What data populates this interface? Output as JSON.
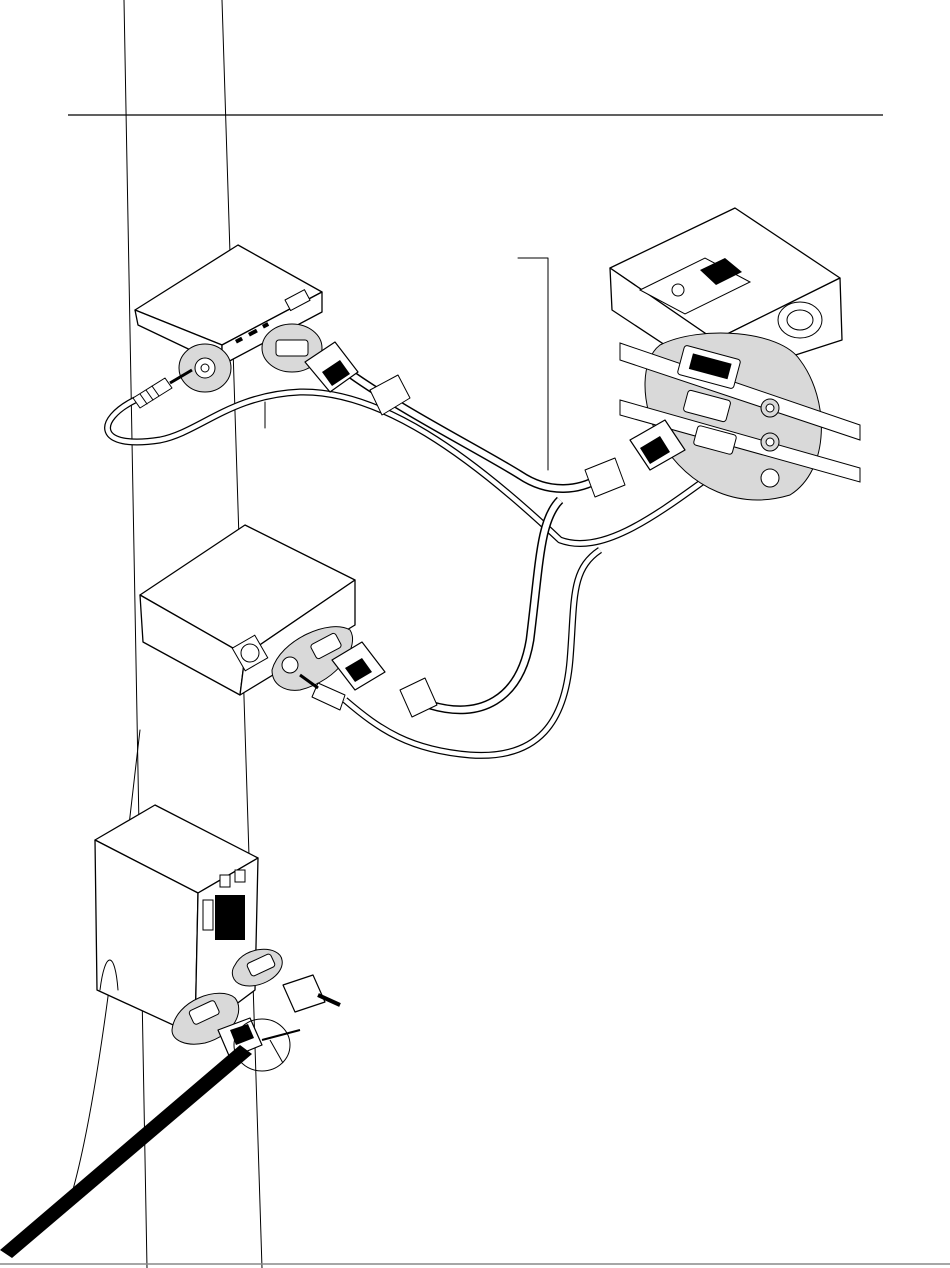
{
  "page": {
    "title": "",
    "caption": ""
  },
  "colors": {
    "ink": "#000000",
    "paper": "#ffffff",
    "shade": "#d9d9d9",
    "cable_fill": "#ffffff"
  },
  "diagram": {
    "type": "connection-illustration",
    "devices": [
      {
        "id": "laptop",
        "icon": "laptop-icon"
      },
      {
        "id": "projector",
        "icon": "projector-icon"
      },
      {
        "id": "desktop-pc",
        "icon": "desktop-pc-icon"
      },
      {
        "id": "tower-pc",
        "icon": "tower-pc-icon"
      }
    ],
    "connectors": [
      {
        "id": "vga-cable-laptop",
        "icon": "vga-connector-icon"
      },
      {
        "id": "audio-cable-laptop",
        "icon": "audio-plug-icon"
      },
      {
        "id": "vga-cable-desktop",
        "icon": "vga-connector-icon"
      },
      {
        "id": "audio-cable-desktop",
        "icon": "audio-plug-icon"
      },
      {
        "id": "mac-adapter",
        "icon": "adapter-icon"
      }
    ],
    "labels": []
  }
}
